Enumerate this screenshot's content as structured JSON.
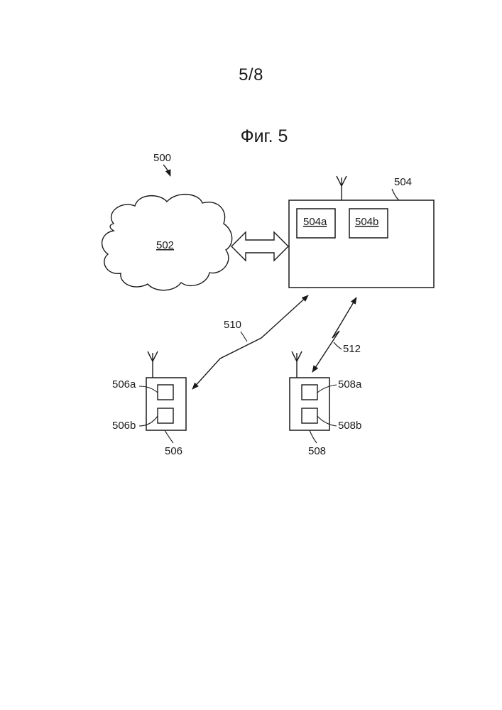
{
  "page_number": "5/8",
  "figure_title": "Фиг. 5",
  "labels": {
    "system": "500",
    "network": "502",
    "base_station": "504",
    "bs_module_a": "504a",
    "bs_module_b": "504b",
    "device_1": "506",
    "device_1_a": "506a",
    "device_1_b": "506b",
    "device_2": "508",
    "device_2_a": "508a",
    "device_2_b": "508b",
    "link_1": "510",
    "link_2": "512"
  }
}
